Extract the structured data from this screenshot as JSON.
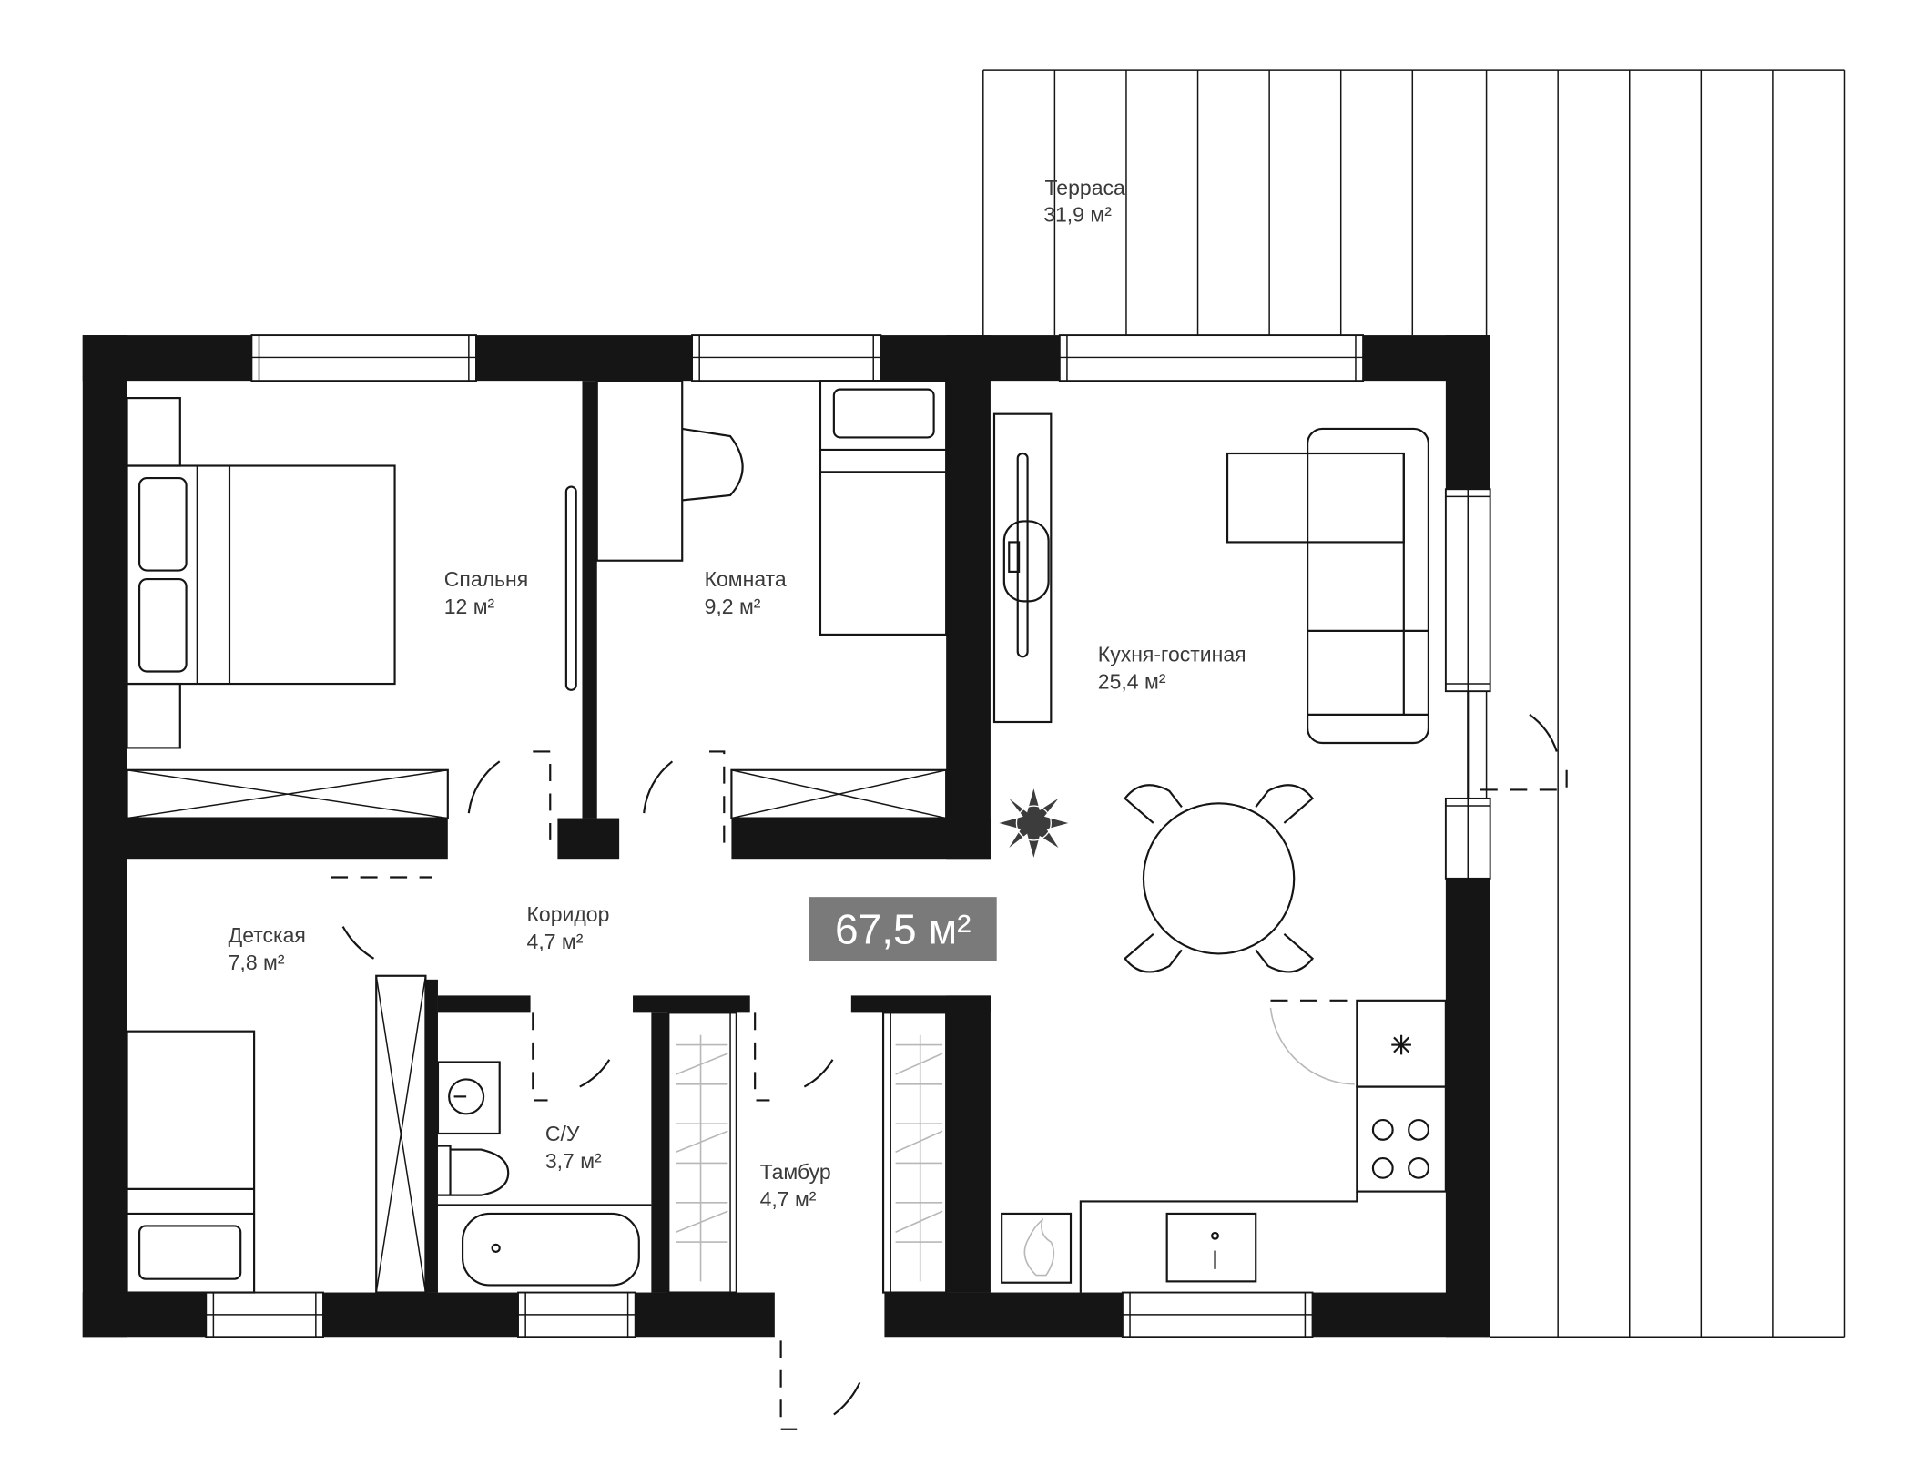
{
  "plan": {
    "total_area": "67,5 м²",
    "badge_color": "#7a7a7a",
    "wall_color": "#151515",
    "rooms": [
      {
        "id": "terrace",
        "name": "Терраса",
        "area": "31,9 м²"
      },
      {
        "id": "bedroom",
        "name": "Спальня",
        "area": "12 м²"
      },
      {
        "id": "room",
        "name": "Комната",
        "area": "9,2 м²"
      },
      {
        "id": "kitchen",
        "name": "Кухня-гостиная",
        "area": "25,4 м²"
      },
      {
        "id": "corridor",
        "name": "Коридор",
        "area": "4,7 м²"
      },
      {
        "id": "kids",
        "name": "Детская",
        "area": "7,8 м²"
      },
      {
        "id": "bathroom",
        "name": "С/У",
        "area": "3,7 м²"
      },
      {
        "id": "vestibule",
        "name": "Тамбур",
        "area": "4,7 м²"
      }
    ],
    "icons": [
      "compass-rose-icon",
      "fridge-snowflake-icon",
      "boiler-flame-icon"
    ]
  }
}
